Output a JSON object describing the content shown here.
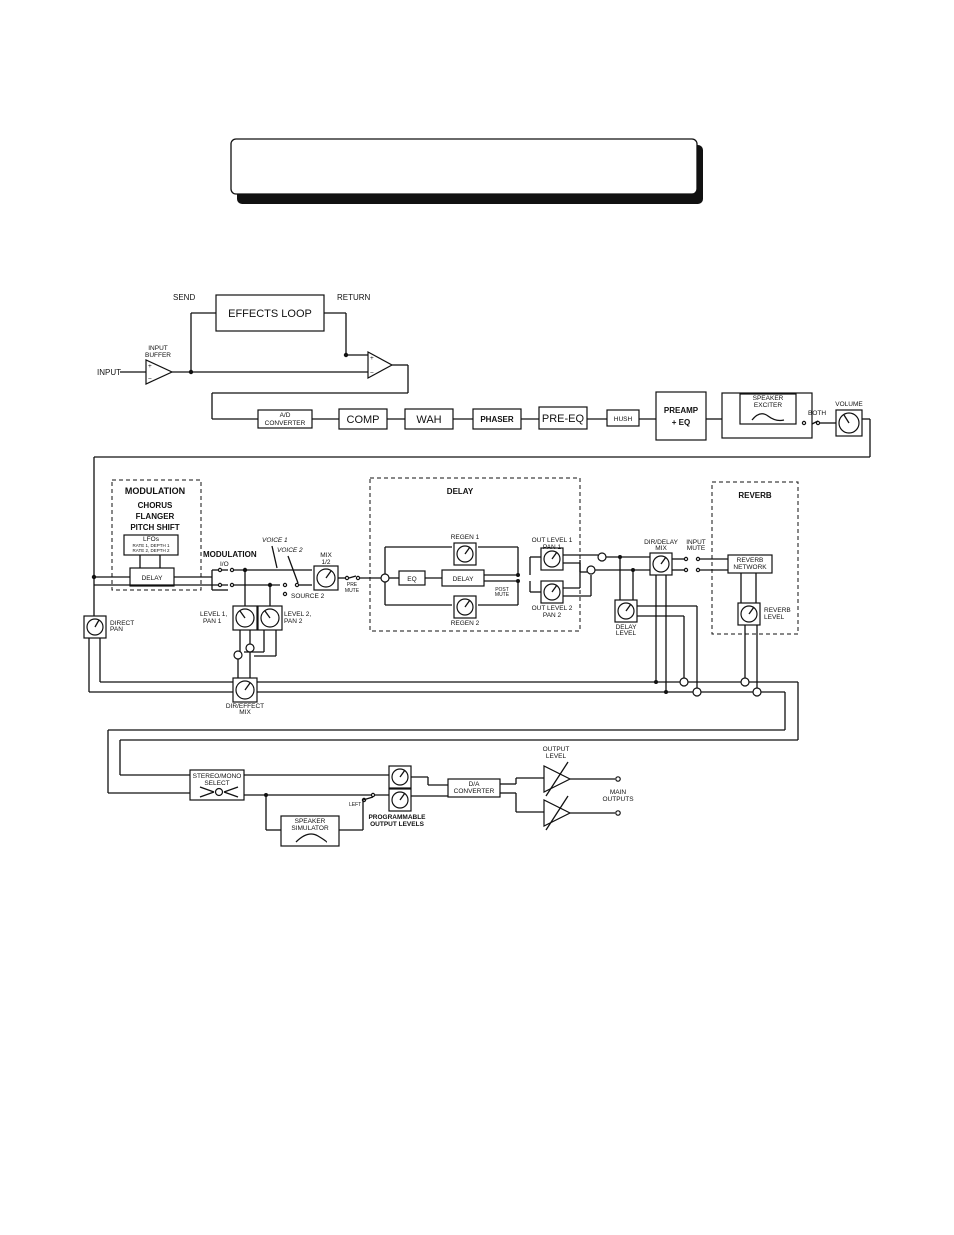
{
  "top": {
    "send": "SEND",
    "return": "RETURN",
    "effects_loop": "EFFECTS LOOP",
    "input": "INPUT",
    "input_buffer": [
      "INPUT",
      "BUFFER"
    ]
  },
  "chain": {
    "ad_converter": [
      "A/D",
      "CONVERTER"
    ],
    "comp": "COMP",
    "wah": "WAH",
    "phaser": "PHASER",
    "pre_eq": "PRE-EQ",
    "hush": "HUSH",
    "preamp_eq": [
      "PREAMP",
      "+ EQ"
    ],
    "speaker_exciter": [
      "SPEAKER",
      "EXCITER"
    ],
    "both": "BOTH",
    "volume": "VOLUME"
  },
  "modulation": {
    "title": "MODULATION",
    "effects": [
      "CHORUS",
      "FLANGER",
      "PITCH SHIFT"
    ],
    "lfos": [
      "LFOs",
      "RATE 1, DEPTH 1",
      "RATE 2, DEPTH 2"
    ],
    "delay": "DELAY",
    "mod_io": [
      "MODULATION",
      "I/O"
    ],
    "voice1": "VOICE 1",
    "voice2": "VOICE 2",
    "source2": "SOURCE 2",
    "mix": [
      "MIX",
      "1/2"
    ],
    "pre_mute": [
      "PRE",
      "MUTE"
    ],
    "level1": [
      "LEVEL 1,",
      "PAN 1"
    ],
    "level2": [
      "LEVEL 2,",
      "PAN 2"
    ],
    "direct_pan": [
      "DIRECT",
      "PAN"
    ],
    "dir_effect_mix": [
      "DIR/EFFECT",
      "MIX"
    ]
  },
  "delay": {
    "title": "DELAY",
    "regen1": "REGEN 1",
    "regen2": "REGEN 2",
    "eq": "EQ",
    "delay": "DELAY",
    "post_mute": [
      "POST",
      "MUTE"
    ],
    "out1": [
      "OUT LEVEL 1",
      "PAN 1"
    ],
    "out2": [
      "OUT LEVEL 2",
      "PAN 2"
    ],
    "dir_delay_mix": [
      "DIR/DELAY",
      "MIX"
    ],
    "delay_level": [
      "DELAY",
      "LEVEL"
    ]
  },
  "reverb": {
    "title": "REVERB",
    "input_mute": [
      "INPUT",
      "MUTE"
    ],
    "network": [
      "REVERB",
      "NETWORK"
    ],
    "level": [
      "REVERB",
      "LEVEL"
    ]
  },
  "output": {
    "stereo_mono": [
      "STEREO/MONO",
      "SELECT"
    ],
    "da_converter": [
      "D/A",
      "CONVERTER"
    ],
    "speaker_simulator": [
      "SPEAKER",
      "SIMULATOR"
    ],
    "left": "LEFT",
    "programmable": [
      "PROGRAMMABLE",
      "OUTPUT LEVELS"
    ],
    "output_level": [
      "OUTPUT",
      "LEVEL"
    ],
    "main_outputs": [
      "MAIN",
      "OUTPUTS"
    ]
  },
  "colors": {
    "ink": "#111111",
    "paper": "#ffffff"
  }
}
